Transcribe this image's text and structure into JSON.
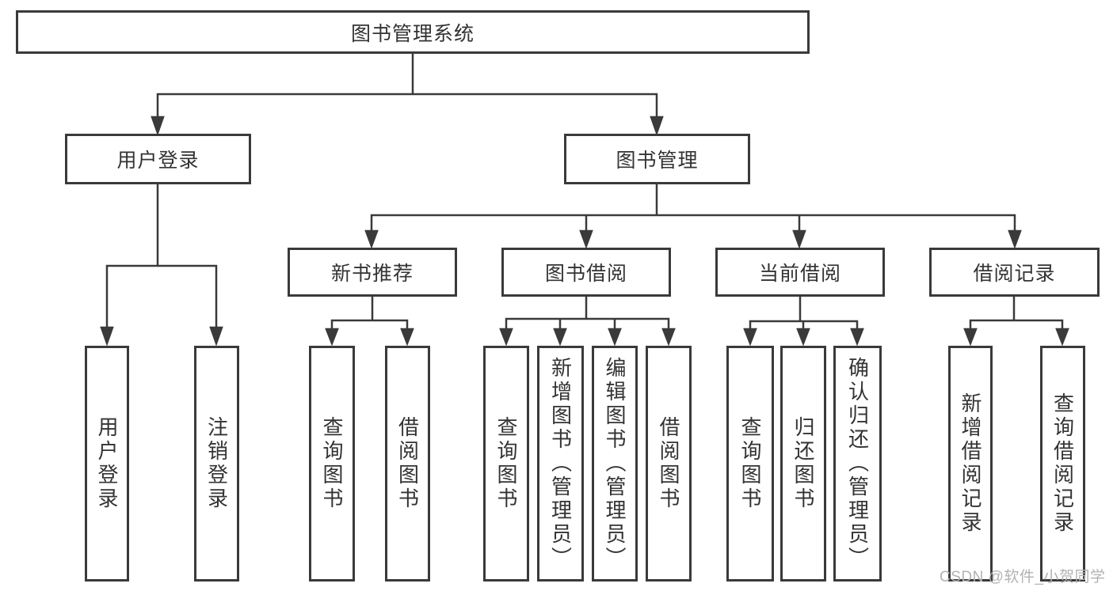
{
  "tree": {
    "root": {
      "label": "图书管理系统"
    },
    "level2": [
      {
        "label": "用户登录",
        "children": [
          "用户登录",
          "注销登录"
        ]
      },
      {
        "label": "图书管理"
      }
    ],
    "level3": [
      {
        "label": "新书推荐",
        "children": [
          "查询图书",
          "借阅图书"
        ]
      },
      {
        "label": "图书借阅",
        "children": [
          "查询图书",
          "新增图书（管理员）",
          "编辑图书（管理员）",
          "借阅图书"
        ]
      },
      {
        "label": "当前借阅",
        "children": [
          "查询图书",
          "归还图书",
          "确认归还（管理员）"
        ]
      },
      {
        "label": "借阅记录",
        "children": [
          "新增借阅记录",
          "查询借阅记录"
        ]
      }
    ]
  },
  "watermark": {
    "text": "CSDN @软件_小贺同学"
  },
  "colors": {
    "line": "#3a3a3a",
    "box_border": "#3a3a3a",
    "text": "#333333",
    "watermark": "#b2b2b2",
    "background": "#ffffff"
  }
}
